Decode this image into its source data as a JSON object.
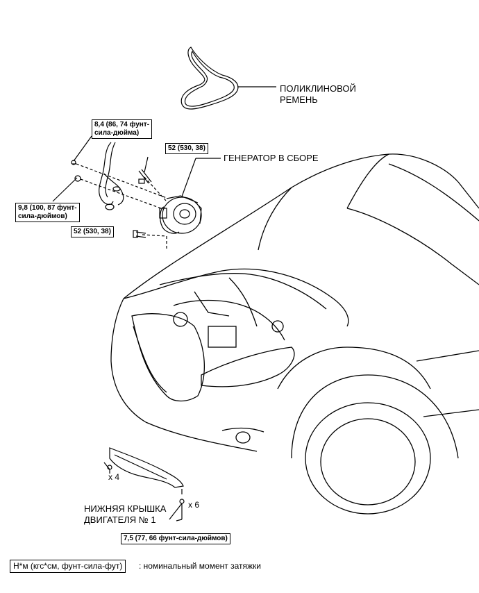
{
  "labels": {
    "belt": [
      "ПОЛИКЛИНОВОЙ",
      "РЕМЕНЬ"
    ],
    "generator": "ГЕНЕРАТОР В СБОРЕ",
    "cover": [
      "НИЖНЯЯ КРЫШКА",
      "ДВИГАТЕЛЯ № 1"
    ]
  },
  "torque": {
    "t1": [
      "8,4 (86, 74 фунт-",
      "сила-дюйма)"
    ],
    "t2": "52 (530, 38)",
    "t3": [
      "9,8 (100, 87 фунт-",
      "сила-дюймов)"
    ],
    "t4": "52 (530, 38)",
    "t5": "7,5 (77, 66 фунт-сила-дюймов)"
  },
  "multipliers": {
    "bolts4": "x 4",
    "bolts6": "x 6"
  },
  "legend": {
    "unit": "Н*м (кгс*см, фунт-сила-фут)",
    "desc": ": номинальный момент затяжки"
  }
}
